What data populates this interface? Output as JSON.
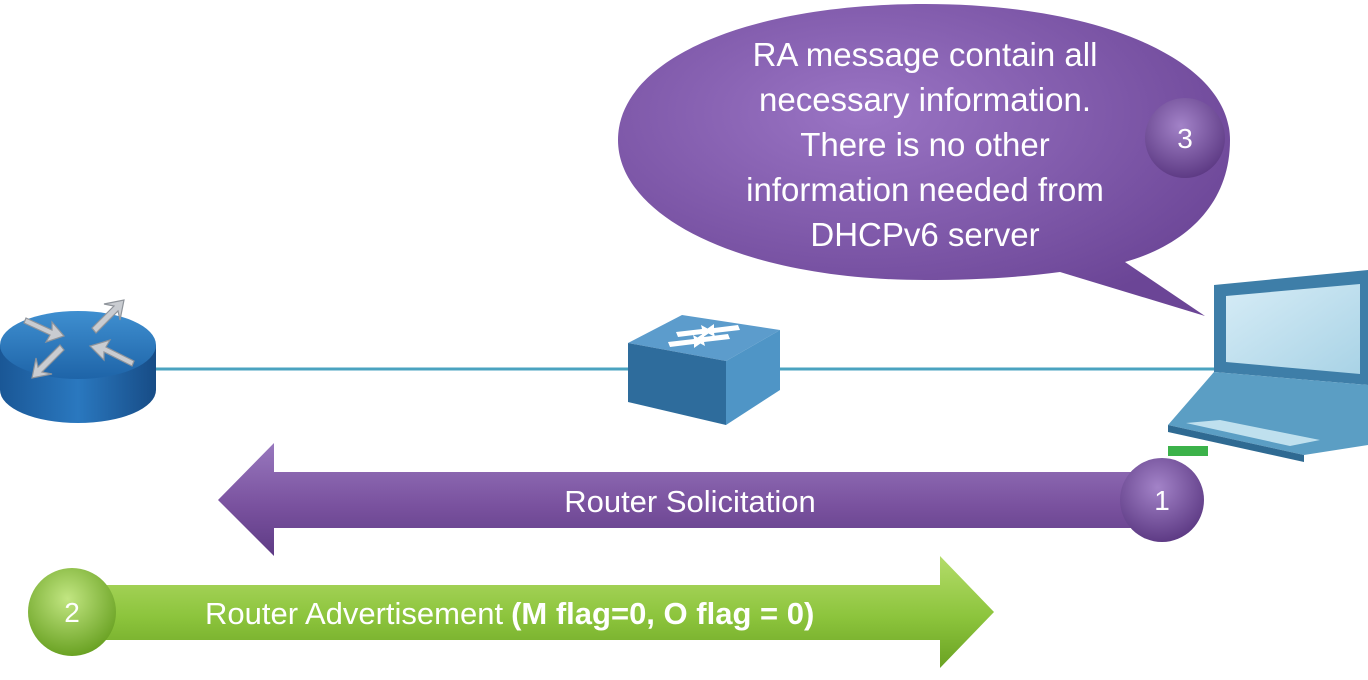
{
  "bubble": {
    "lines": [
      "RA message contain all",
      "necessary information.",
      "There is no other",
      "information needed from",
      "DHCPv6 server"
    ],
    "step": "3"
  },
  "solicitation": {
    "label": "Router Solicitation",
    "step": "1"
  },
  "advertisement": {
    "label": "Router Advertisement",
    "flags": "(M flag=0, O flag = 0)",
    "step": "2"
  },
  "colors": {
    "purple": "#7d55a8",
    "purple_dark": "#5d3a86",
    "green": "#8cc43c",
    "green_dark": "#5f9a1c",
    "link": "#4aa3c0",
    "router": "#1f6fb3",
    "switch": "#3b87b8"
  },
  "icons": [
    "router-icon",
    "switch-icon",
    "laptop-icon"
  ]
}
